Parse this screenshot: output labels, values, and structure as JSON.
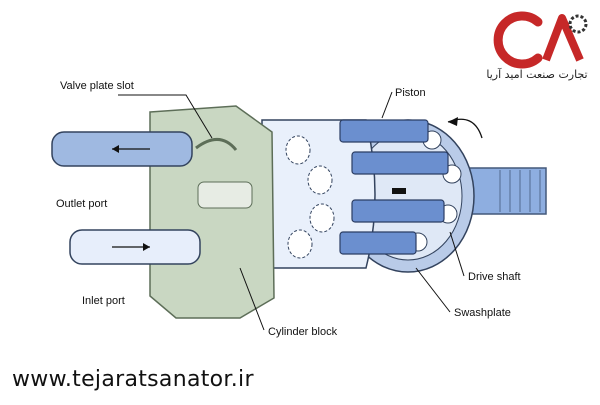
{
  "labels": {
    "valve_plate_slot": "Valve plate slot",
    "piston": "Piston",
    "outlet_port": "Outlet port",
    "inlet_port": "Inlet port",
    "cylinder_block": "Cylinder block",
    "drive_shaft": "Drive shaft",
    "swashplate": "Swashplate"
  },
  "logo": {
    "caption": "تجارت صنعت امید آریا",
    "color_red": "#c62828",
    "color_dark": "#333333"
  },
  "footer": {
    "website": "www.tejaratsanator.ir"
  },
  "colors": {
    "housing": "#c9d7c2",
    "housing_stroke": "#5d6e58",
    "port_fluid": "#9fb9e1",
    "cylinder": "#e9f0fb",
    "piston": "#6b8fcf",
    "swashplate": "#b9cbe8",
    "shaft": "#8eaee0"
  }
}
